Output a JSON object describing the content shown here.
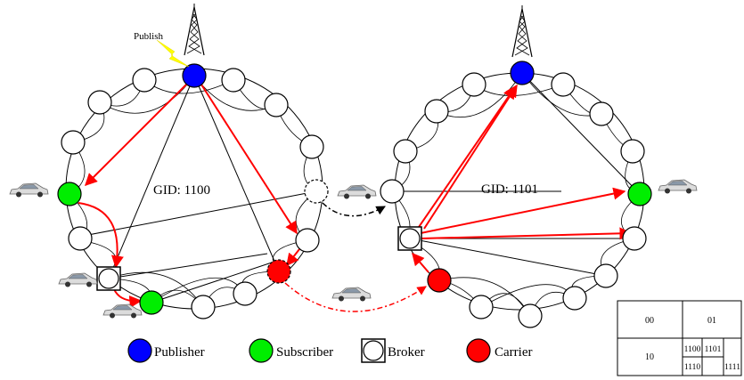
{
  "publish_label": "Publish",
  "left_ring": {
    "gid": "GID: 1100"
  },
  "right_ring": {
    "gid": "GID: 1101"
  },
  "legend": {
    "publisher": {
      "label": "Publisher",
      "color": "#0000ff"
    },
    "subscriber": {
      "label": "Subscriber",
      "color": "#00ee00"
    },
    "broker": {
      "label": "Broker"
    },
    "carrier": {
      "label": "Carrier",
      "color": "#ff0000"
    }
  },
  "gid_table": {
    "row1": [
      "00",
      "01"
    ],
    "row2_left": "10",
    "sub_grid": [
      [
        "1100",
        "1101"
      ],
      [
        "1110",
        "1111"
      ]
    ]
  },
  "colors": {
    "arrow": "#ff0000",
    "node_stroke": "#000000",
    "publish_bolt": "#ffff00"
  }
}
